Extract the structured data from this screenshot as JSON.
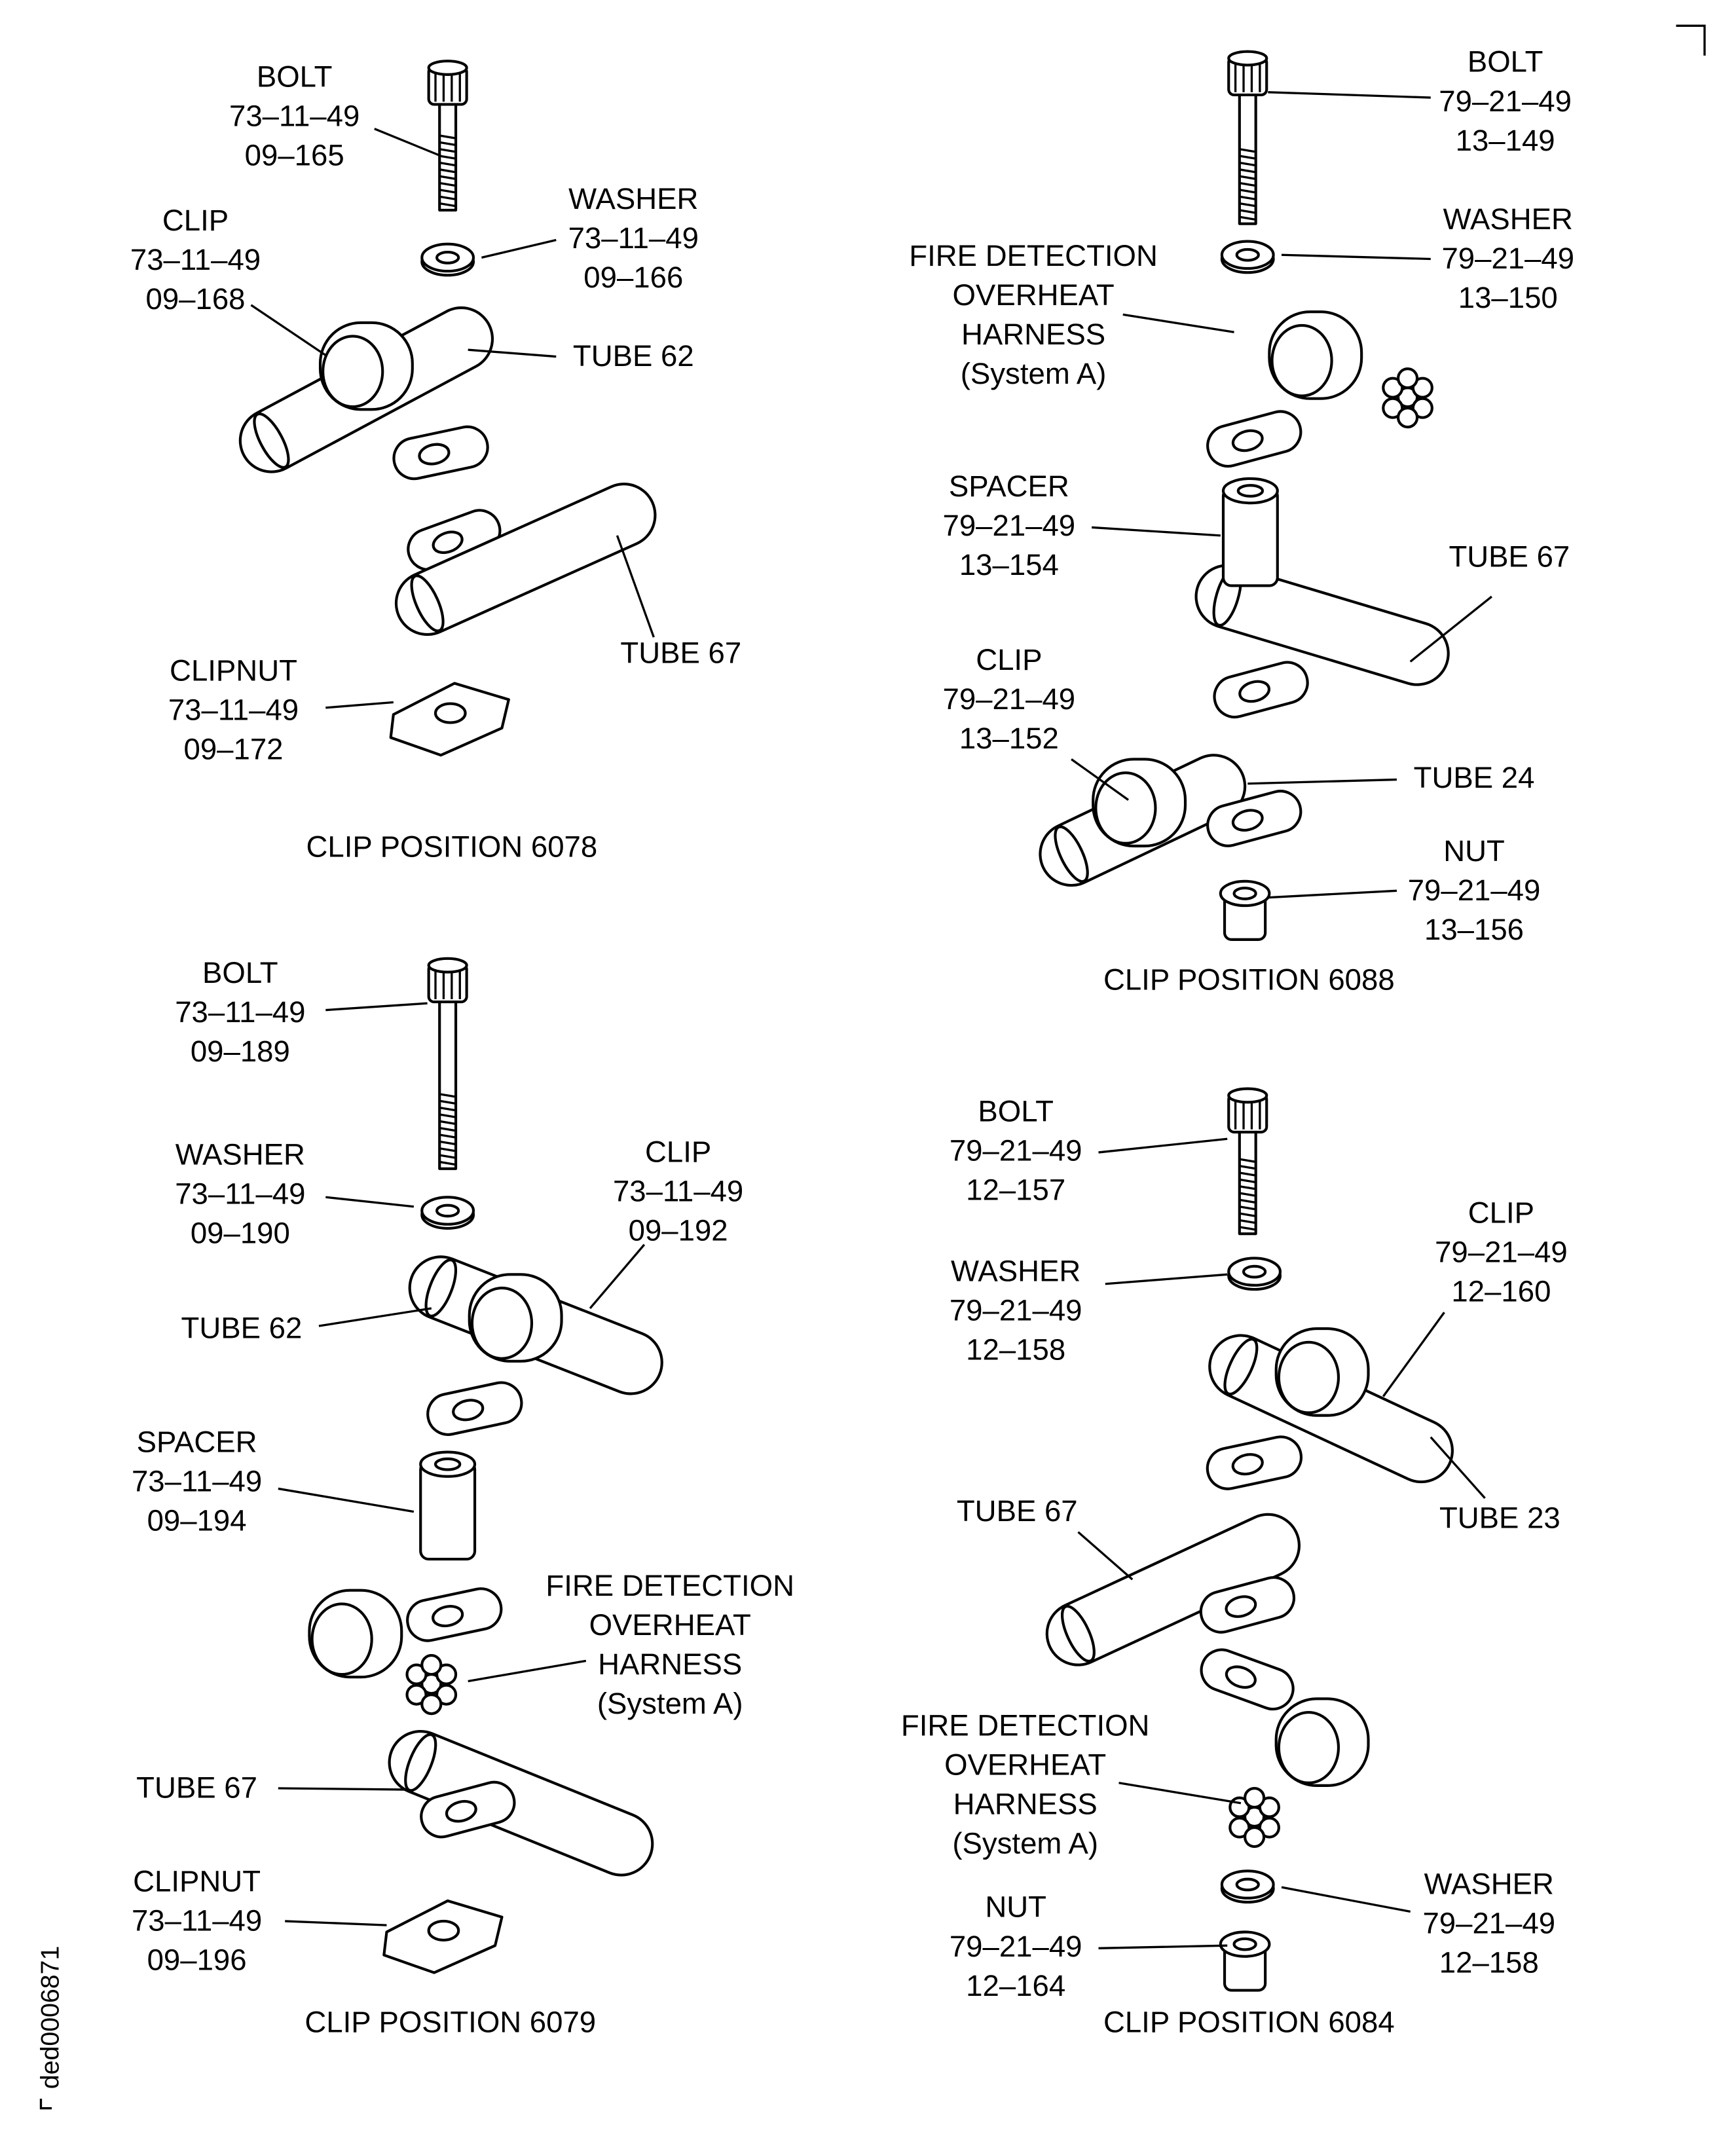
{
  "figure_id": "ded0006871",
  "positions": [
    {
      "key": "p6078",
      "title": "CLIP POSITION 6078",
      "labels": {
        "bolt": [
          "BOLT",
          "73–11–49",
          "09–165"
        ],
        "washer": [
          "WASHER",
          "73–11–49",
          "09–166"
        ],
        "clip": [
          "CLIP",
          "73–11–49",
          "09–168"
        ],
        "tube62": [
          "TUBE 62"
        ],
        "tube67": [
          "TUBE 67"
        ],
        "clipnut": [
          "CLIPNUT",
          "73–11–49",
          "09–172"
        ]
      }
    },
    {
      "key": "p6088",
      "title": "CLIP POSITION 6088",
      "labels": {
        "bolt": [
          "BOLT",
          "79–21–49",
          "13–149"
        ],
        "washer": [
          "WASHER",
          "79–21–49",
          "13–150"
        ],
        "harness": [
          "FIRE DETECTION",
          "OVERHEAT",
          "HARNESS",
          "(System A)"
        ],
        "spacer": [
          "SPACER",
          "79–21–49",
          "13–154"
        ],
        "tube67": [
          "TUBE 67"
        ],
        "clip": [
          "CLIP",
          "79–21–49",
          "13–152"
        ],
        "tube24": [
          "TUBE 24"
        ],
        "nut": [
          "NUT",
          "79–21–49",
          "13–156"
        ]
      }
    },
    {
      "key": "p6079",
      "title": "CLIP POSITION 6079",
      "labels": {
        "bolt": [
          "BOLT",
          "73–11–49",
          "09–189"
        ],
        "washer": [
          "WASHER",
          "73–11–49",
          "09–190"
        ],
        "clip": [
          "CLIP",
          "73–11–49",
          "09–192"
        ],
        "tube62": [
          "TUBE 62"
        ],
        "spacer": [
          "SPACER",
          "73–11–49",
          "09–194"
        ],
        "harness": [
          "FIRE DETECTION",
          "OVERHEAT",
          "HARNESS",
          "(System A)"
        ],
        "tube67": [
          "TUBE 67"
        ],
        "clipnut": [
          "CLIPNUT",
          "73–11–49",
          "09–196"
        ]
      }
    },
    {
      "key": "p6084",
      "title": "CLIP POSITION 6084",
      "labels": {
        "bolt": [
          "BOLT",
          "79–21–49",
          "12–157"
        ],
        "washer": [
          "WASHER",
          "79–21–49",
          "12–158"
        ],
        "clip": [
          "CLIP",
          "79–21–49",
          "12–160"
        ],
        "tube23": [
          "TUBE 23"
        ],
        "tube67": [
          "TUBE 67"
        ],
        "harness": [
          "FIRE DETECTION",
          "OVERHEAT",
          "HARNESS",
          "(System A)"
        ],
        "washer2": [
          "WASHER",
          "79–21–49",
          "12–158"
        ],
        "nut": [
          "NUT",
          "79–21–49",
          "12–164"
        ]
      }
    }
  ]
}
